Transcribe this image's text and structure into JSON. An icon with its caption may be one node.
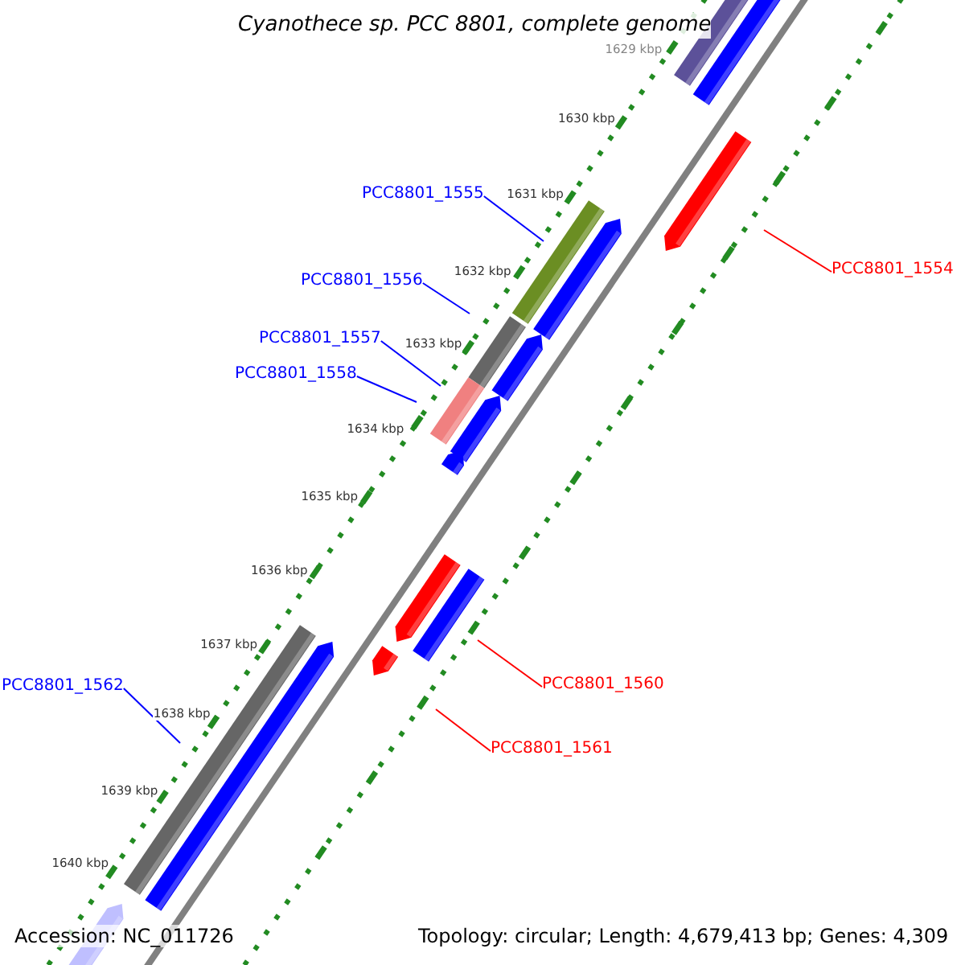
{
  "diagram": {
    "title": "Cyanothece sp. PCC 8801, complete genome",
    "nodes": [
      {
        "text": [
          "PCC8801_1555"
        ]
      },
      {
        "text": [
          "PCC8801_1554"
        ]
      },
      {
        "text": [
          "PCC8801_1556"
        ]
      },
      {
        "text": [
          "PCC8801_1557"
        ]
      },
      {
        "text": [
          "PCC8801_1558"
        ]
      },
      {
        "text": [
          "PCC8801_1560"
        ]
      },
      {
        "text": [
          "PCC8801_1562"
        ]
      },
      {
        "text": [
          "PCC8801_1561"
        ]
      }
    ],
    "edges": [
      {
        "from": 0,
        "to": null,
        "arrow": "none"
      },
      {
        "from": 1,
        "to": null,
        "arrow": "none",
        "color": "#ff0000"
      },
      {
        "from": 2,
        "to": null,
        "arrow": "none"
      },
      {
        "from": 3,
        "to": null,
        "arrow": "none"
      },
      {
        "from": 4,
        "to": null,
        "arrow": "none"
      },
      {
        "from": 5,
        "to": null,
        "arrow": "none",
        "color": "#ff0000"
      },
      {
        "from": 6,
        "to": null,
        "arrow": "none"
      },
      {
        "from": 7,
        "to": null,
        "arrow": "none",
        "color": "#ff0000"
      }
    ],
    "labels": [
      "1629 kbp",
      "1630 kbp",
      "1631 kbp",
      "1632 kbp",
      "1633 kbp",
      "1634 kbp",
      "1635 kbp",
      "1636 kbp",
      "1637 kbp",
      "1638 kbp",
      "1639 kbp",
      "1640 kbp",
      "Accession: NC_011726",
      "Topology: circular; Length: 4,679,413 bp; Genes: 4,309"
    ]
  }
}
